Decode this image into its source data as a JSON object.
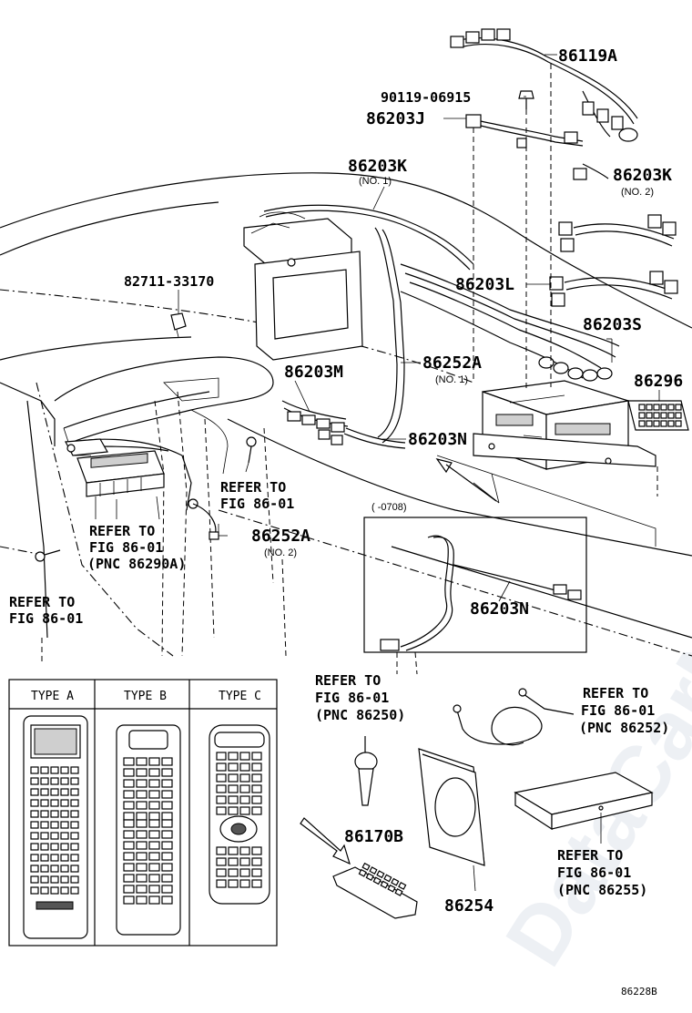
{
  "diagram": {
    "watermark": "DataCarNew.ru",
    "figure_number": "86228B",
    "parts": [
      {
        "id": "86119A",
        "label": "86119A",
        "sub": ""
      },
      {
        "id": "90119-06915",
        "label": "90119-06915",
        "sub": ""
      },
      {
        "id": "86203J",
        "label": "86203J",
        "sub": ""
      },
      {
        "id": "86203K-1",
        "label": "86203K",
        "sub": "(NO. 1)"
      },
      {
        "id": "86203K-2",
        "label": "86203K",
        "sub": "(NO. 2)"
      },
      {
        "id": "82711-33170",
        "label": "82711-33170",
        "sub": ""
      },
      {
        "id": "86203L",
        "label": "86203L",
        "sub": ""
      },
      {
        "id": "86203S",
        "label": "86203S",
        "sub": ""
      },
      {
        "id": "86203M",
        "label": "86203M",
        "sub": ""
      },
      {
        "id": "86252A-1",
        "label": "86252A",
        "sub": "(NO. 1)"
      },
      {
        "id": "86296",
        "label": "86296",
        "sub": ""
      },
      {
        "id": "86203N",
        "label": "86203N",
        "sub": ""
      },
      {
        "id": "86252A-2",
        "label": "86252A",
        "sub": "(NO. 2)"
      },
      {
        "id": "86203N-inset",
        "label": "86203N",
        "sub": ""
      },
      {
        "id": "86170B",
        "label": "86170B",
        "sub": ""
      },
      {
        "id": "86254",
        "label": "86254",
        "sub": ""
      }
    ],
    "inset_note": "(  -0708)",
    "references": [
      {
        "id": "ref-console",
        "line1": "REFER TO",
        "line2": "FIG 86-01",
        "line3": ""
      },
      {
        "id": "ref-radio",
        "line1": "REFER TO",
        "line2": "FIG 86-01",
        "line3": "(PNC 86290A)"
      },
      {
        "id": "ref-screw",
        "line1": "REFER TO",
        "line2": "FIG 86-01",
        "line3": ""
      },
      {
        "id": "ref-mic",
        "line1": "REFER TO",
        "line2": "FIG 86-01",
        "line3": "(PNC 86250)"
      },
      {
        "id": "ref-cable",
        "line1": "REFER TO",
        "line2": "FIG 86-01",
        "line3": "(PNC 86252)"
      },
      {
        "id": "ref-box",
        "line1": "REFER TO",
        "line2": "FIG 86-01",
        "line3": "(PNC 86255)"
      }
    ],
    "remote_types": [
      "TYPE A",
      "TYPE B",
      "TYPE C"
    ]
  }
}
